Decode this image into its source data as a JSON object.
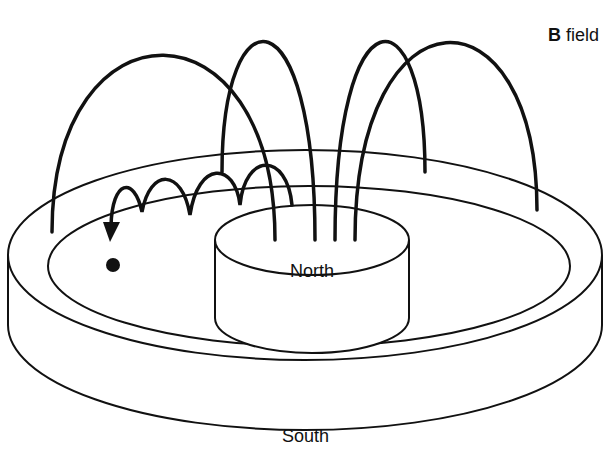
{
  "diagram": {
    "nodes": [
      {
        "text": [
          "North"
        ]
      },
      {
        "text": [
          "South"
        ]
      }
    ],
    "labels": [
      "B field"
    ]
  }
}
